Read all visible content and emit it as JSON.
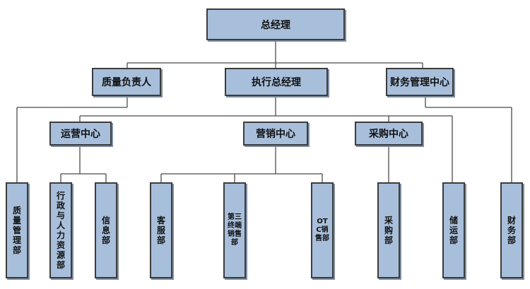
{
  "org_chart": {
    "ceo": "总经理",
    "level2": {
      "quality": "质量负责人",
      "executive": "执行总经理",
      "finance_center": "财务管理中心"
    },
    "level3": {
      "operations": "运营中心",
      "marketing": "营销中心",
      "procurement_center": "采购中心"
    },
    "departments": {
      "quality_mgmt": "质量管理部",
      "admin_hr": "行政与人力资源部",
      "info": "信息部",
      "customer_service": "客服部",
      "terminal_sales": "第三终端销售部",
      "otc_sales": "OTC销售部",
      "purchasing": "采购部",
      "storage": "储运部",
      "finance": "财务部"
    }
  }
}
